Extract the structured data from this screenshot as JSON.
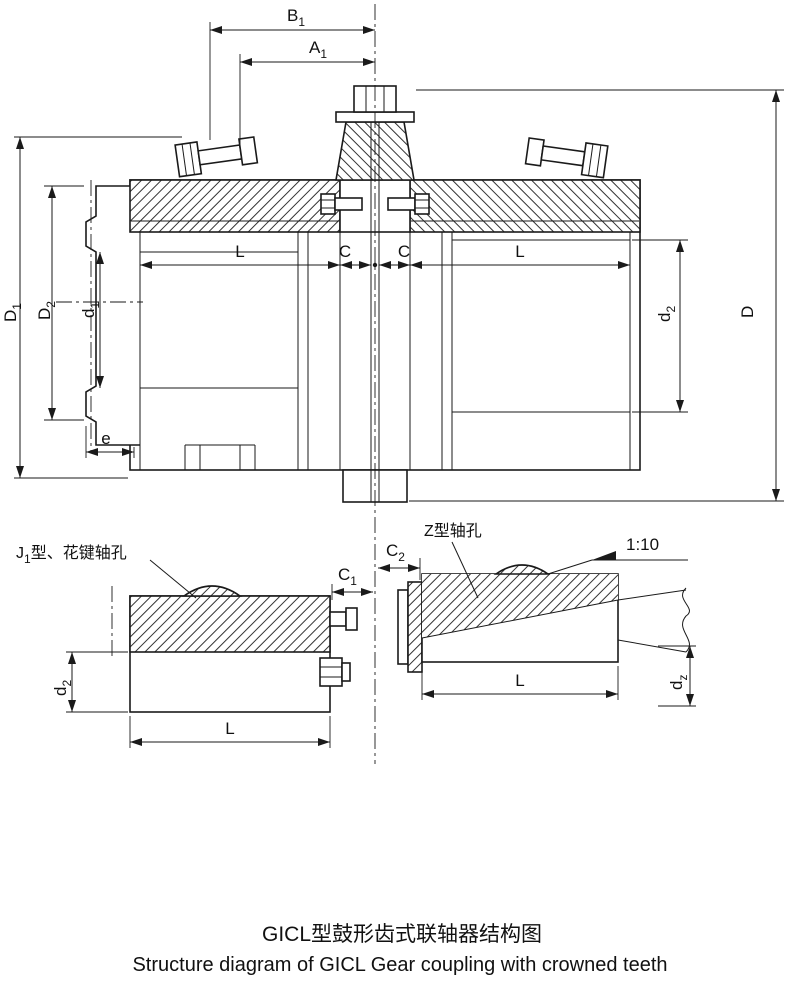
{
  "captions": {
    "title_zh": "GICL型鼓形齿式联轴器结构图",
    "title_en": "Structure diagram of GICL Gear coupling with crowned teeth"
  },
  "annotations": {
    "j1_note": {
      "pre": "J",
      "sub": "1",
      "post": "型、花键轴孔"
    },
    "z_note": "Z型轴孔",
    "taper": "1:10"
  },
  "dims": {
    "b1": {
      "base": "B",
      "sub": "1"
    },
    "a1": {
      "base": "A",
      "sub": "1"
    },
    "D1": {
      "base": "D",
      "sub": "1"
    },
    "D2": {
      "base": "D",
      "sub": "2"
    },
    "d1": {
      "base": "d",
      "sub": "1"
    },
    "e": "e",
    "L_main_left": "L",
    "C_left": "C",
    "C_right": "C",
    "L_main_right": "L",
    "d2_main": {
      "base": "d",
      "sub": "2"
    },
    "D_main": "D",
    "C1": {
      "base": "C",
      "sub": "1"
    },
    "d2_detail": {
      "base": "d",
      "sub": "2"
    },
    "L_detail_left": "L",
    "C2": {
      "base": "C",
      "sub": "2"
    },
    "L_detail_right": "L",
    "dz": {
      "base": "d",
      "sub": "z"
    }
  }
}
